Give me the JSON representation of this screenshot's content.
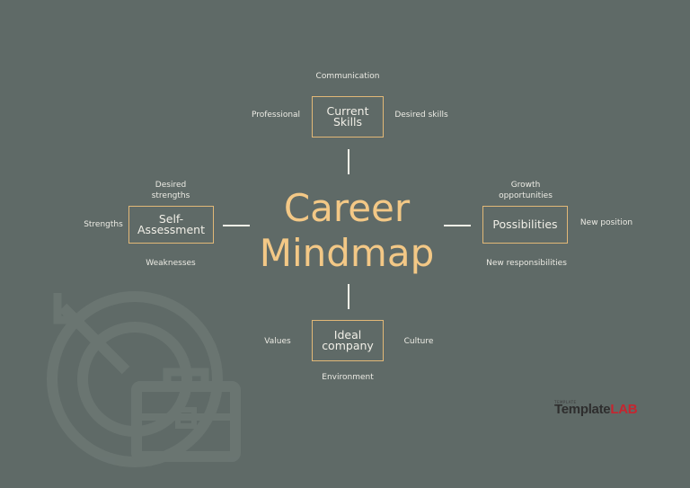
{
  "center": {
    "line1": "Career",
    "line2": "Mindmap"
  },
  "nodes": {
    "top": {
      "line1": "Current",
      "line2": "Skills"
    },
    "left": {
      "line1": "Self-",
      "line2": "Assessment"
    },
    "right": {
      "line1": "Possibilities"
    },
    "bottom": {
      "line1": "Ideal",
      "line2": "company"
    }
  },
  "labels": {
    "communication": "Communication",
    "professional": "Professional",
    "desired_skills": "Desired skills",
    "desired_strengths_1": "Desired",
    "desired_strengths_2": "strengths",
    "strengths": "Strengths",
    "weaknesses": "Weaknesses",
    "growth_1": "Growth",
    "growth_2": "opportunities",
    "new_position": "New position",
    "new_responsibilities": "New responsibilities",
    "values": "Values",
    "culture": "Culture",
    "environment": "Environment"
  },
  "logo": {
    "small": "TEMPLATE",
    "brand_prefix": "Template",
    "brand_suffix": "LAB"
  },
  "colors": {
    "background": "#5f6a67",
    "accent": "#f3c886",
    "node_border": "#e2b877",
    "text": "#f1efe7",
    "logo_red": "#c7252f"
  },
  "icons": {
    "watermark": "target-briefcase-icon"
  }
}
